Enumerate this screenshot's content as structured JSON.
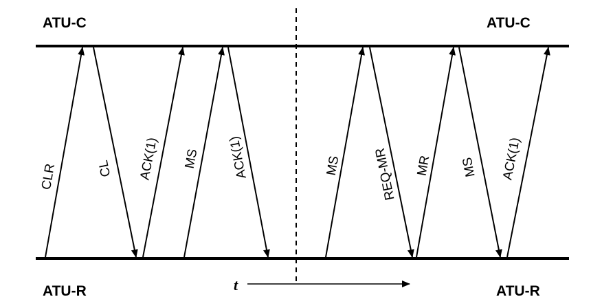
{
  "stations": {
    "central_left": "ATU-C",
    "central_right": "ATU-C",
    "remote_left": "ATU-R",
    "remote_right": "ATU-R"
  },
  "time_axis": {
    "label": "t"
  },
  "messages": [
    {
      "label": "CLR",
      "direction": "up"
    },
    {
      "label": "CL",
      "direction": "down"
    },
    {
      "label": "ACK(1)",
      "direction": "up"
    },
    {
      "label": "MS",
      "direction": "up"
    },
    {
      "label": "ACK(1)",
      "direction": "down"
    },
    {
      "label": "MS",
      "direction": "up"
    },
    {
      "label": "REQ-MR",
      "direction": "down"
    },
    {
      "label": "MR",
      "direction": "up"
    },
    {
      "label": "MS",
      "direction": "down"
    },
    {
      "label": "ACK(1)",
      "direction": "up"
    }
  ],
  "colors": {
    "line": "#000000",
    "background": "#ffffff"
  }
}
